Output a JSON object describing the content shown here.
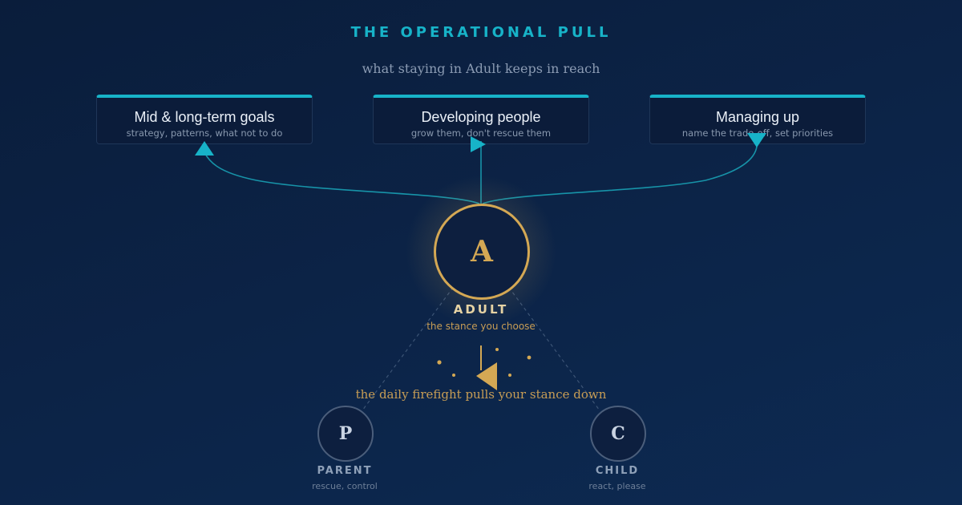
{
  "header": {
    "title": "THE OPERATIONAL PULL",
    "subtitle": "what staying in Adult keeps in reach"
  },
  "goals": [
    {
      "title": "Mid & long-term goals",
      "subtitle": "strategy, patterns, what not to do"
    },
    {
      "title": "Developing people",
      "subtitle": "grow them, don't rescue them"
    },
    {
      "title": "Managing up",
      "subtitle": "name the trade-off, set priorities"
    }
  ],
  "adult": {
    "letter": "A",
    "label": "ADULT",
    "subtitle": "the stance you choose"
  },
  "pull_caption": "the daily firefight pulls your stance down",
  "parent": {
    "letter": "P",
    "label": "PARENT",
    "subtitle": "rescue, control"
  },
  "child": {
    "letter": "C",
    "label": "CHILD",
    "subtitle": "react, please"
  },
  "colors": {
    "accent": "#17b3c8",
    "gold": "#d4a854",
    "background": "#0c2448",
    "muted": "#8b9bb3"
  }
}
